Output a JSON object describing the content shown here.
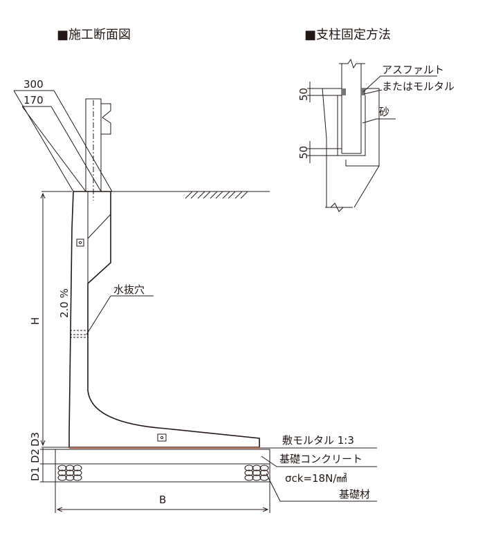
{
  "titles": {
    "section": "■施工断面図",
    "support": "■支柱固定方法"
  },
  "dims": {
    "w300": "300",
    "w170": "170",
    "slope": "2.0 %",
    "h": "H",
    "b": "B",
    "d1": "D1",
    "d2": "D2",
    "d3": "D3",
    "fix_top": "50",
    "fix_bottom": "50"
  },
  "labels": {
    "drain_hole": "水抜穴",
    "asphalt": "アスファルト",
    "or_mortar": "またはモルタル",
    "sand": "砂",
    "bed_mortar": "敷モルタル 1:3",
    "base_concrete": "基礎コンクリート",
    "sigma_ck": "σck=18N/㎟",
    "base_material": "基礎材"
  },
  "colors": {
    "line": "#231815",
    "mortar": "#b8745a",
    "asphalt": "#777777"
  }
}
